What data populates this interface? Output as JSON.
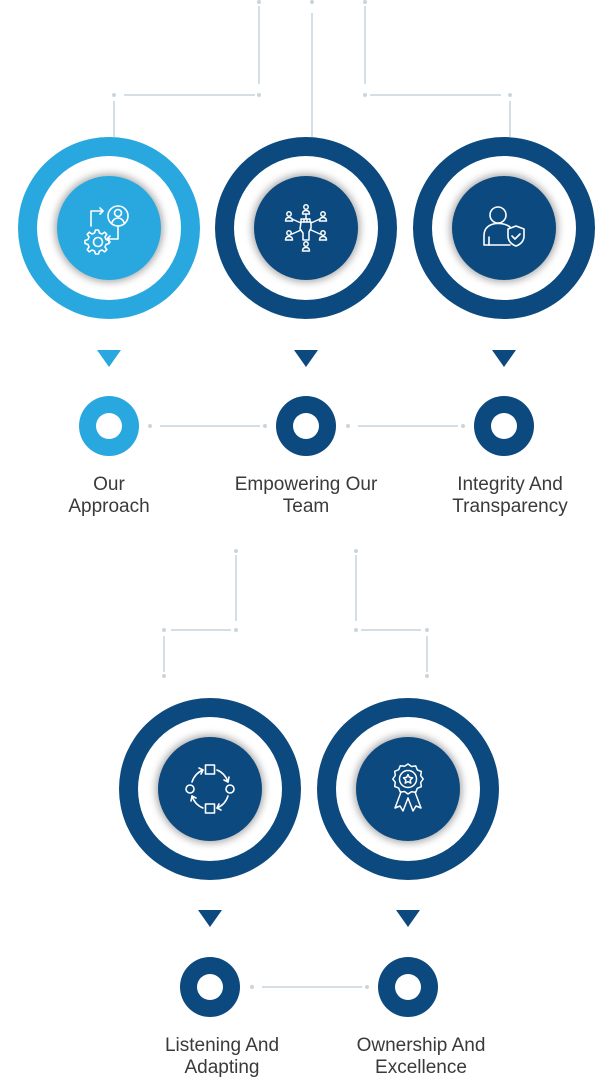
{
  "colors": {
    "accent_light": "#29a8e0",
    "accent_dark": "#0b497e",
    "connector": "#d3dee5",
    "label_text": "#3a3a3a"
  },
  "values": [
    {
      "label_line1": "Our",
      "label_line2": "Approach",
      "icon": "gear-user-cycle-icon",
      "highlighted": true
    },
    {
      "label_line1": "Empowering Our",
      "label_line2": "Team",
      "icon": "raised-fist-network-icon",
      "highlighted": false
    },
    {
      "label_line1": "Integrity And",
      "label_line2": "Transparency",
      "icon": "user-shield-check-icon",
      "highlighted": false
    },
    {
      "label_line1": "Listening And",
      "label_line2": "Adapting",
      "icon": "cycle-process-icon",
      "highlighted": false
    },
    {
      "label_line1": "Ownership And",
      "label_line2": "Excellence",
      "icon": "award-ribbon-icon",
      "highlighted": false
    }
  ]
}
